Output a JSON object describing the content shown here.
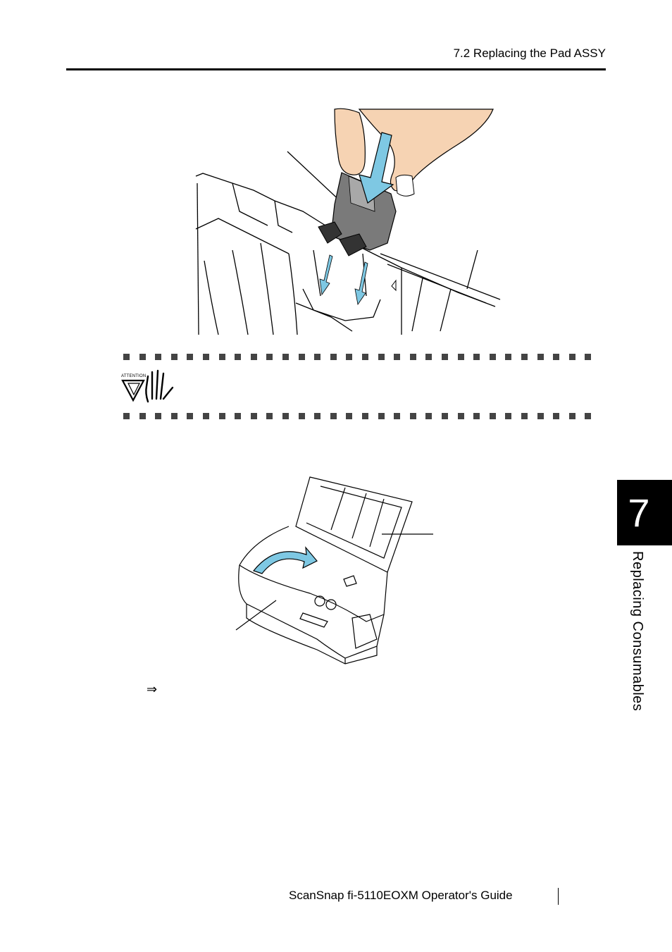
{
  "header": {
    "section_title": "7.2 Replacing the Pad ASSY"
  },
  "attention": {
    "icon_label": "ATTENTION"
  },
  "chapter_tab": {
    "number": "7",
    "title": "Replacing Consumables"
  },
  "result_marker": "⇒",
  "footer": {
    "guide_title": "ScanSnap  fi-5110EOXM Operator's Guide"
  },
  "figures": [
    {
      "icon": "pad-assy-installation-illustration"
    },
    {
      "icon": "scanner-closing-illustration"
    }
  ],
  "colors": {
    "arrow": "#7ec8e3",
    "part": "#7a7a7a",
    "tab": "#000000"
  }
}
